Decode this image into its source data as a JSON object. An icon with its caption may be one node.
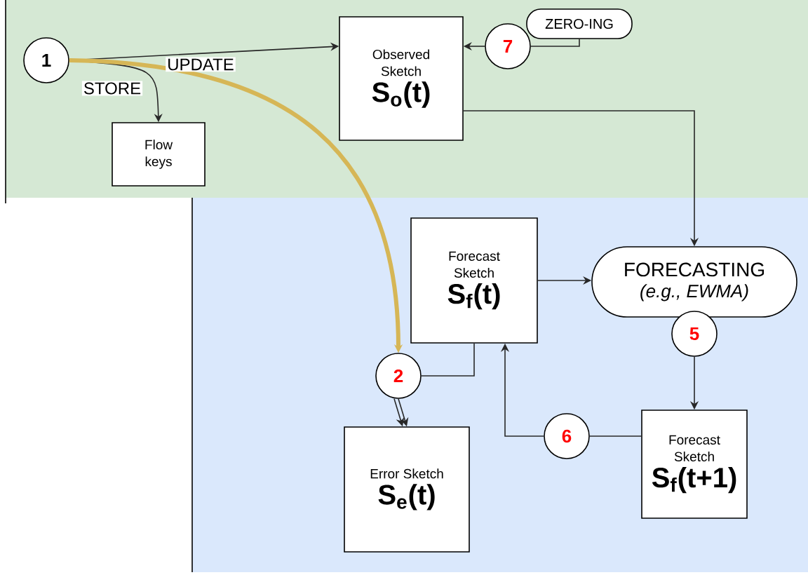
{
  "diagram": {
    "nodes": [
      {
        "text": [
          "1"
        ]
      },
      {
        "text": [
          "Flow keys"
        ]
      },
      {
        "text": [
          "Observed Sketch",
          "S$_{o}$(t)"
        ]
      },
      {
        "text": [
          "7"
        ]
      },
      {
        "text": [
          "ZERO-ING"
        ]
      },
      {
        "text": [
          "Forecast Sketch",
          "S$_{f}$(t)"
        ]
      },
      {
        "text": [
          "FORECASTING",
          "(e.g., EWMA)"
        ]
      },
      {
        "text": [
          "5"
        ]
      },
      {
        "text": [
          "Forecast Sketch",
          "S$_{f}$(t+1)"
        ]
      },
      {
        "text": [
          "6"
        ]
      },
      {
        "text": [
          "2"
        ]
      },
      {
        "text": [
          "Error Sketch",
          "S$_{e}$(t)"
        ]
      }
    ],
    "edges": [
      {
        "from": 0,
        "to": 2,
        "arrow": "to",
        "label": "UPDATE"
      },
      {
        "from": 0,
        "to": 1,
        "arrow": "to",
        "label": "STORE"
      },
      {
        "from": 0,
        "to": 10,
        "arrow": "to",
        "style": "thick",
        "color": "#d6b656"
      },
      {
        "from": 3,
        "to": 2,
        "arrow": "to"
      },
      {
        "from": 4,
        "to": 3,
        "arrow": "none"
      },
      {
        "from": 2,
        "to": 6,
        "arrow": "to"
      },
      {
        "from": 5,
        "to": 6,
        "arrow": "to"
      },
      {
        "from": 7,
        "to": 8,
        "arrow": "to"
      },
      {
        "from": 8,
        "to": 9,
        "arrow": "none"
      },
      {
        "from": 9,
        "to": 5,
        "arrow": "to"
      },
      {
        "from": 5,
        "to": 10,
        "arrow": "none"
      },
      {
        "from": 10,
        "to": 11,
        "arrow": "to"
      },
      {
        "from": 10,
        "to": 11,
        "arrow": "to"
      }
    ]
  }
}
